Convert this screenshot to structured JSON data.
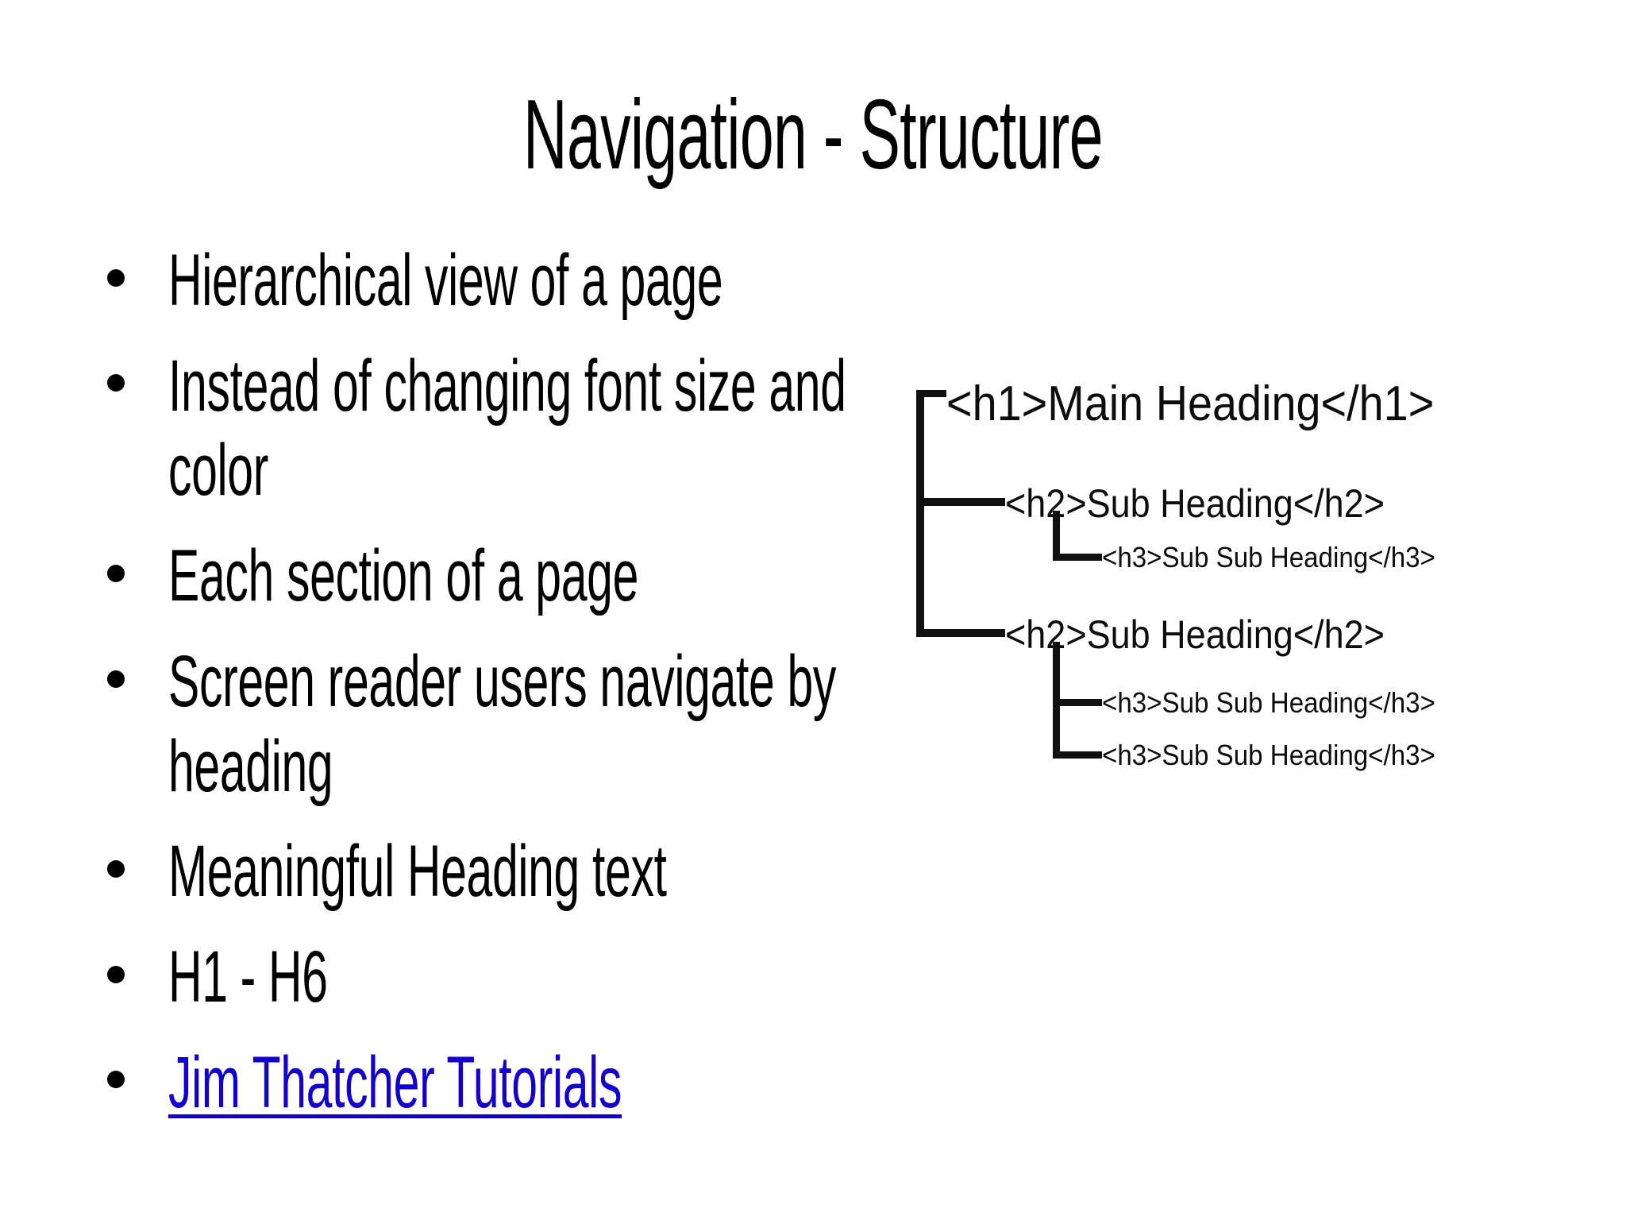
{
  "slide": {
    "title": "Navigation - Structure",
    "background_color": "#FFFFFF",
    "text_color": "#000000",
    "link_color": "#1400CE"
  },
  "bullets": [
    {
      "text": "Hierarchical view of a page",
      "is_link": false
    },
    {
      "text": "Instead of changing font size and color",
      "is_link": false
    },
    {
      "text": "Each section of a page",
      "is_link": false
    },
    {
      "text": "Screen reader users navigate by heading",
      "is_link": false
    },
    {
      "text": "Meaningful Heading text",
      "is_link": false
    },
    {
      "text": "H1 - H6",
      "is_link": false
    },
    {
      "text": "Jim Thatcher Tutorials",
      "is_link": true
    }
  ],
  "diagram": {
    "name": "heading-hierarchy-tree",
    "nodes": [
      {
        "level": 1,
        "label": "<h1>Main Heading</h1>"
      },
      {
        "level": 2,
        "label": "<h2>Sub Heading</h2>"
      },
      {
        "level": 3,
        "label": "<h3>Sub Sub Heading</h3>"
      },
      {
        "level": 2,
        "label": "<h2>Sub Heading</h2>"
      },
      {
        "level": 3,
        "label": "<h3>Sub Sub Heading</h3>"
      },
      {
        "level": 3,
        "label": "<h3>Sub Sub Heading</h3>"
      }
    ]
  }
}
